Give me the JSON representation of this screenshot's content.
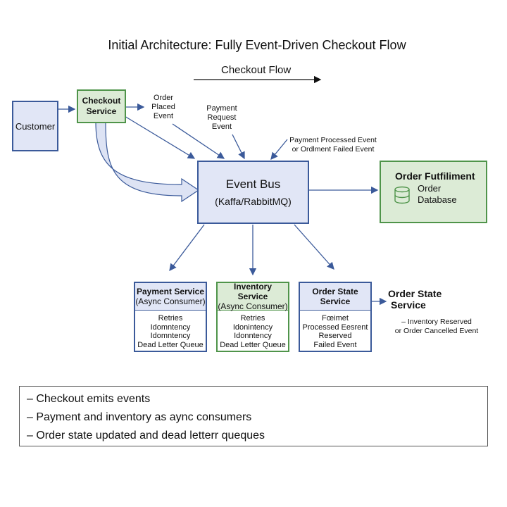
{
  "title": "Initial Architecture: Fully Event-Driven Checkout Flow",
  "flow_label": "Checkout Flow",
  "customer": "Customer",
  "checkout": [
    "Checkout",
    "Service"
  ],
  "order_placed": [
    "Order",
    "Placed",
    "Event"
  ],
  "payment_request": [
    "Payment",
    "Request",
    "Event"
  ],
  "payment_processed": [
    "Payment Processed Event",
    "or Ordlment Failed Event"
  ],
  "event_bus": {
    "title": "Event Bus",
    "subtitle": "(Kaffa/RabbitMQ)"
  },
  "fulfillment": {
    "title": "Order Futfiliment",
    "db": [
      "Order",
      "Database"
    ],
    "icon": "database-icon"
  },
  "consumers": [
    {
      "title": "Payment Service",
      "sub": "(Async Consumer)",
      "items": [
        "Retries",
        "Idomntency",
        "Idomntency",
        "Dead Letter Queue"
      ]
    },
    {
      "title": "Inventory Service",
      "sub": "(Async Consumer)",
      "items": [
        "Retries",
        "Idonintency",
        "Idonntency",
        "Dead Letter Queue"
      ]
    },
    {
      "title": "Order State",
      "sub": "Service",
      "items": [
        "Fœimet",
        "Processed Eesrent",
        "Reserved",
        "Failed Event"
      ]
    }
  ],
  "order_state_label": [
    "Order State",
    "Service"
  ],
  "inventory_note": [
    "– Inventory Reserved",
    "or Order Cancelled Event"
  ],
  "notes": [
    "– Checkout emits events",
    "– Payment and inventory as aync consumers",
    "– Order state updated and dead letterr queques"
  ],
  "colors": {
    "blue_border": "#3b5a9a",
    "blue_fill": "#e1e6f6",
    "green_border": "#4f944a",
    "green_fill": "#dcebd6"
  }
}
